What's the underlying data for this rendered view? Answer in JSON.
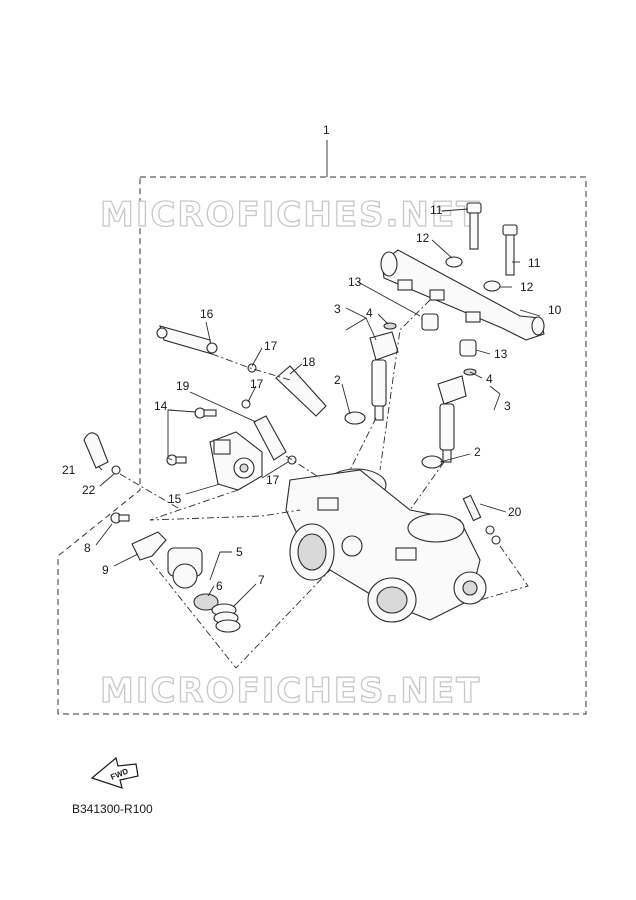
{
  "watermark": "MICROFICHES.NET",
  "diagram_code": "B341300-R100",
  "fwd_label": "FWD",
  "callouts": {
    "c1": "1",
    "c2a": "2",
    "c2b": "2",
    "c3a": "3",
    "c3b": "3",
    "c4a": "4",
    "c4b": "4",
    "c5": "5",
    "c6": "6",
    "c7": "7",
    "c8": "8",
    "c9": "9",
    "c10": "10",
    "c11a": "11",
    "c11b": "11",
    "c12a": "12",
    "c12b": "12",
    "c13a": "13",
    "c13b": "13",
    "c14": "14",
    "c15": "15",
    "c16": "16",
    "c17a": "17",
    "c17b": "17",
    "c17c": "17",
    "c18": "18",
    "c19": "19",
    "c20": "20",
    "c21": "21",
    "c22": "22"
  }
}
